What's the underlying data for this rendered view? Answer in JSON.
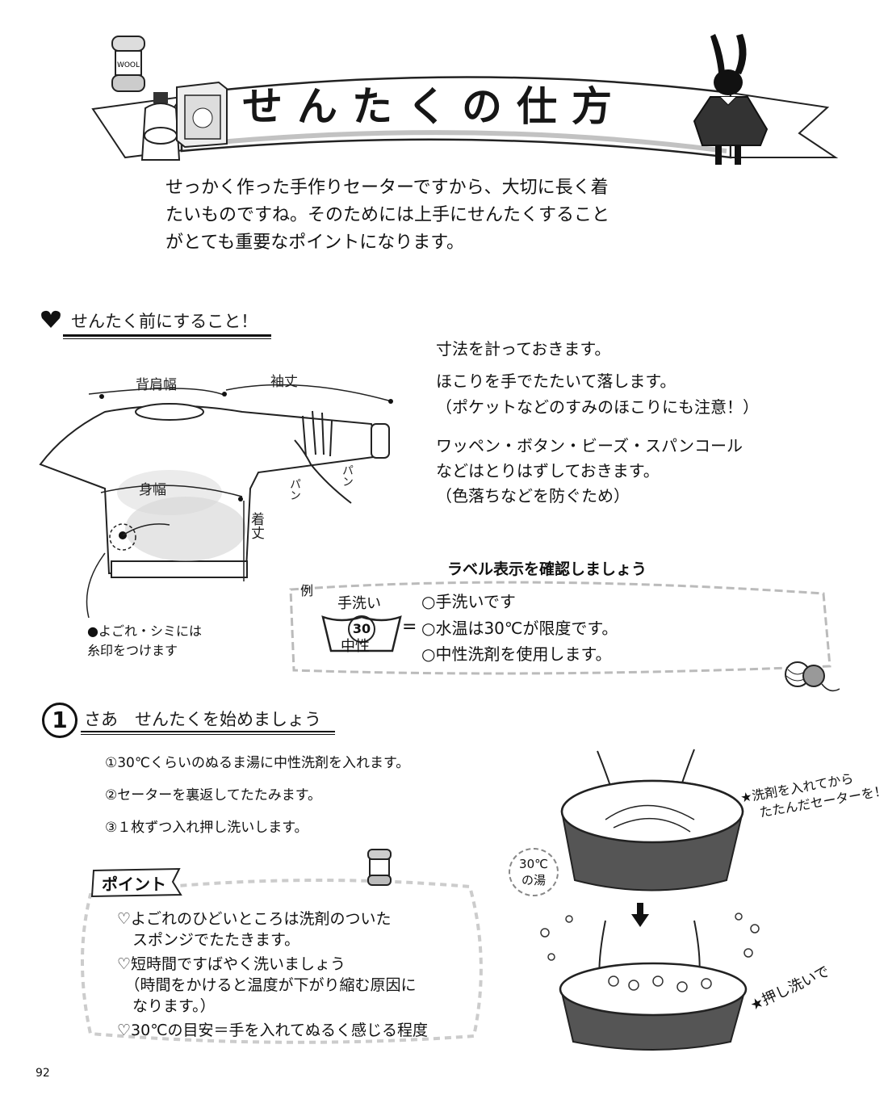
{
  "title": "せんたくの仕方",
  "icons": [
    "wool-yarn-icon",
    "detergent-bottle-icon",
    "detergent-box-icon",
    "rabbit-icon",
    "sweater-illustration",
    "hand-icon",
    "yarn-ball-icon",
    "washbasin-illustration",
    "down-arrow-icon",
    "heart-icon",
    "star-icon"
  ],
  "intro": [
    "せっかく作った手作りセーターですから、大切に長く着",
    "たいものですね。そのためには上手にせんたくすること",
    "がとても重要なポイントになります。"
  ],
  "before": {
    "heading": "せんたく前にすること！",
    "labels": {
      "shoulder": "背肩幅",
      "sleeve": "袖丈",
      "body": "身幅",
      "length": "着丈",
      "pat1": "パン",
      "pat2": "パン"
    },
    "stain_note": [
      "●よごれ・シミには",
      "糸印をつけます"
    ],
    "right_lines": [
      "寸法を計っておきます。",
      "ほこりを手でたたいて落します。",
      "（ポケットなどのすみのほこりにも注意！）",
      "ワッペン・ボタン・ビーズ・スパンコール",
      "などはとりはずしておきます。",
      "（色落ちなどを防ぐため）"
    ]
  },
  "label_box": {
    "title": "ラベル表示を確認しましょう",
    "example": "例",
    "symbol_top": "手洗い",
    "symbol_num": "30",
    "symbol_bottom": "中性",
    "equals": "=",
    "lines": [
      "○手洗いです",
      "○水温は30℃が限度です。",
      "○中性洗剤を使用します。"
    ]
  },
  "step1": {
    "number": "1",
    "heading": "さあ　せんたくを始めましょう",
    "items": [
      "①30℃くらいのぬるま湯に中性洗剤を入れます。",
      "②セーターを裏返してたたみます。",
      "③１枚ずつ入れ押し洗いします。"
    ]
  },
  "point": {
    "title": "ポイント",
    "lines": [
      "♡よごれのひどいところは洗剤のついた",
      "　スポンジでたたきます。",
      "♡短時間ですばやく洗いましょう",
      "　（時間をかけると温度が下がり縮む原因に",
      "　なります。）",
      "♡30℃の目安＝手を入れてぬるく感じる程度"
    ]
  },
  "washing_notes": {
    "note1": [
      "★洗剤を入れてから",
      "たたんだセーターを！"
    ],
    "water": [
      "30℃",
      "の湯"
    ],
    "note2": "★押し洗いで"
  },
  "page_number": "92"
}
